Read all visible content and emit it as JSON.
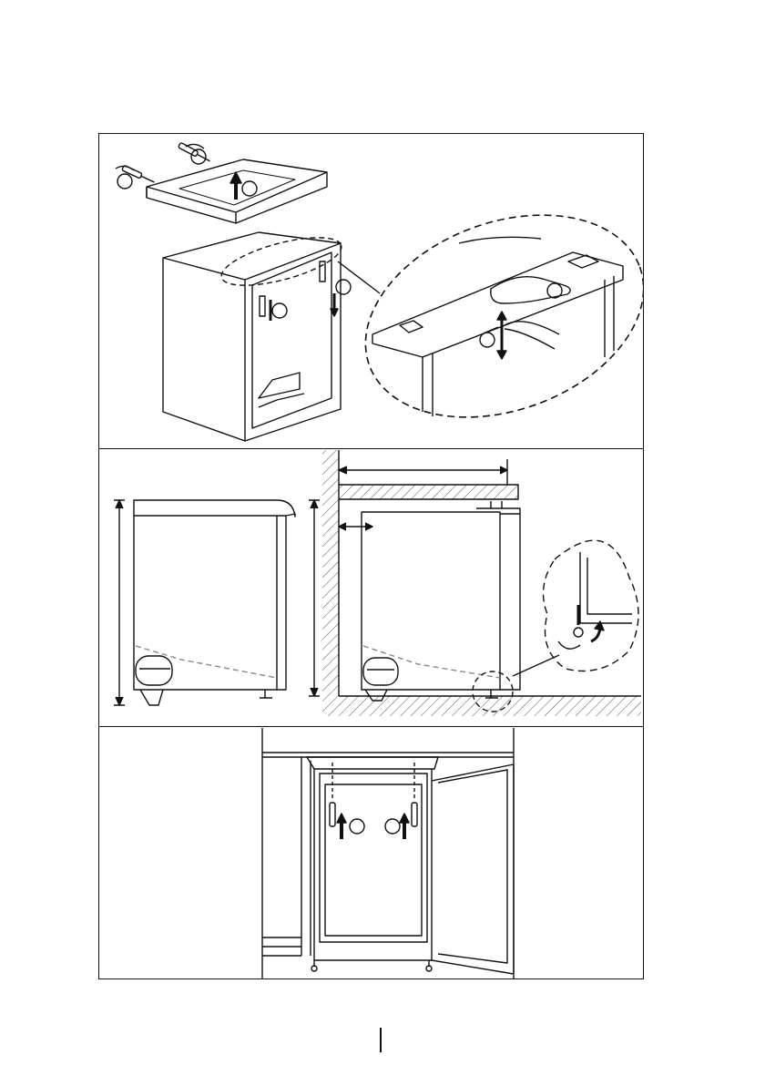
{
  "document": {
    "type": "installation-instructions",
    "panels": [
      {
        "id": "worktop-removal",
        "steps": 1
      },
      {
        "id": "cabinet-installation-clearances",
        "steps": 1
      },
      {
        "id": "door-fixing",
        "steps": 1
      }
    ]
  },
  "colors": {
    "line": "#111111",
    "hatch": "#555555",
    "dashed": "#888888",
    "paper": "#ffffff"
  },
  "page_marker": ""
}
